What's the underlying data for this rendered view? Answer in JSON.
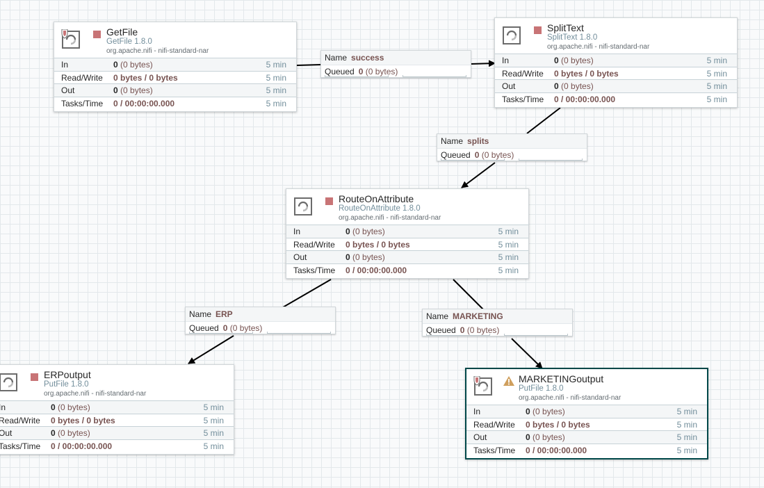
{
  "processors": {
    "getfile": {
      "name": "GetFile",
      "type": "GetFile 1.8.0",
      "bundle": "org.apache.nifi - nifi-standard-nar",
      "stats": {
        "in_label": "In",
        "in_value": "0",
        "in_sub": "(0 bytes)",
        "in_dur": "5 min",
        "rw_label": "Read/Write",
        "rw_value": "0 bytes / 0 bytes",
        "rw_dur": "5 min",
        "out_label": "Out",
        "out_value": "0",
        "out_sub": "(0 bytes)",
        "out_dur": "5 min",
        "tasks_label": "Tasks/Time",
        "tasks_value": "0 / 00:00:00.000",
        "tasks_dur": "5 min"
      }
    },
    "splittext": {
      "name": "SplitText",
      "type": "SplitText 1.8.0",
      "bundle": "org.apache.nifi - nifi-standard-nar",
      "stats": {
        "in_label": "In",
        "in_value": "0",
        "in_sub": "(0 bytes)",
        "in_dur": "5 min",
        "rw_label": "Read/Write",
        "rw_value": "0 bytes / 0 bytes",
        "rw_dur": "5 min",
        "out_label": "Out",
        "out_value": "0",
        "out_sub": "(0 bytes)",
        "out_dur": "5 min",
        "tasks_label": "Tasks/Time",
        "tasks_value": "0 / 00:00:00.000",
        "tasks_dur": "5 min"
      }
    },
    "routeonattribute": {
      "name": "RouteOnAttribute",
      "type": "RouteOnAttribute 1.8.0",
      "bundle": "org.apache.nifi - nifi-standard-nar",
      "stats": {
        "in_label": "In",
        "in_value": "0",
        "in_sub": "(0 bytes)",
        "in_dur": "5 min",
        "rw_label": "Read/Write",
        "rw_value": "0 bytes / 0 bytes",
        "rw_dur": "5 min",
        "out_label": "Out",
        "out_value": "0",
        "out_sub": "(0 bytes)",
        "out_dur": "5 min",
        "tasks_label": "Tasks/Time",
        "tasks_value": "0 / 00:00:00.000",
        "tasks_dur": "5 min"
      }
    },
    "erpoutput": {
      "name": "ERPoutput",
      "type": "PutFile 1.8.0",
      "bundle": "org.apache.nifi - nifi-standard-nar",
      "stats": {
        "in_label": "In",
        "in_value": "0",
        "in_sub": "(0 bytes)",
        "in_dur": "5 min",
        "rw_label": "Read/Write",
        "rw_value": "0 bytes / 0 bytes",
        "rw_dur": "5 min",
        "out_label": "Out",
        "out_value": "0",
        "out_sub": "(0 bytes)",
        "out_dur": "5 min",
        "tasks_label": "Tasks/Time",
        "tasks_value": "0 / 00:00:00.000",
        "tasks_dur": "5 min"
      }
    },
    "marketingoutput": {
      "name": "MARKETINGoutput",
      "type": "PutFile 1.8.0",
      "bundle": "org.apache.nifi - nifi-standard-nar",
      "stats": {
        "in_label": "In",
        "in_value": "0",
        "in_sub": "(0 bytes)",
        "in_dur": "5 min",
        "rw_label": "Read/Write",
        "rw_value": "0 bytes / 0 bytes",
        "rw_dur": "5 min",
        "out_label": "Out",
        "out_value": "0",
        "out_sub": "(0 bytes)",
        "out_dur": "5 min",
        "tasks_label": "Tasks/Time",
        "tasks_value": "0 / 00:00:00.000",
        "tasks_dur": "5 min"
      }
    }
  },
  "connections": {
    "success": {
      "name_label": "Name",
      "name": "success",
      "queued_label": "Queued",
      "queued_value": "0",
      "queued_sub": "(0 bytes)"
    },
    "splits": {
      "name_label": "Name",
      "name": "splits",
      "queued_label": "Queued",
      "queued_value": "0",
      "queued_sub": "(0 bytes)"
    },
    "erp": {
      "name_label": "Name",
      "name": "ERP",
      "queued_label": "Queued",
      "queued_value": "0",
      "queued_sub": "(0 bytes)"
    },
    "marketing": {
      "name_label": "Name",
      "name": "MARKETING",
      "queued_label": "Queued",
      "queued_value": "0",
      "queued_sub": "(0 bytes)"
    }
  },
  "icons": {
    "processor": "processor-icon",
    "restricted": "restricted-shield-icon",
    "stopped": "stopped-square-icon",
    "invalid": "warning-triangle-icon"
  },
  "colors": {
    "stopped": "#c87476",
    "warning": "#cf9f5d",
    "processor_type": "#728e9b",
    "value": "#775351",
    "selected_border": "#004849"
  }
}
